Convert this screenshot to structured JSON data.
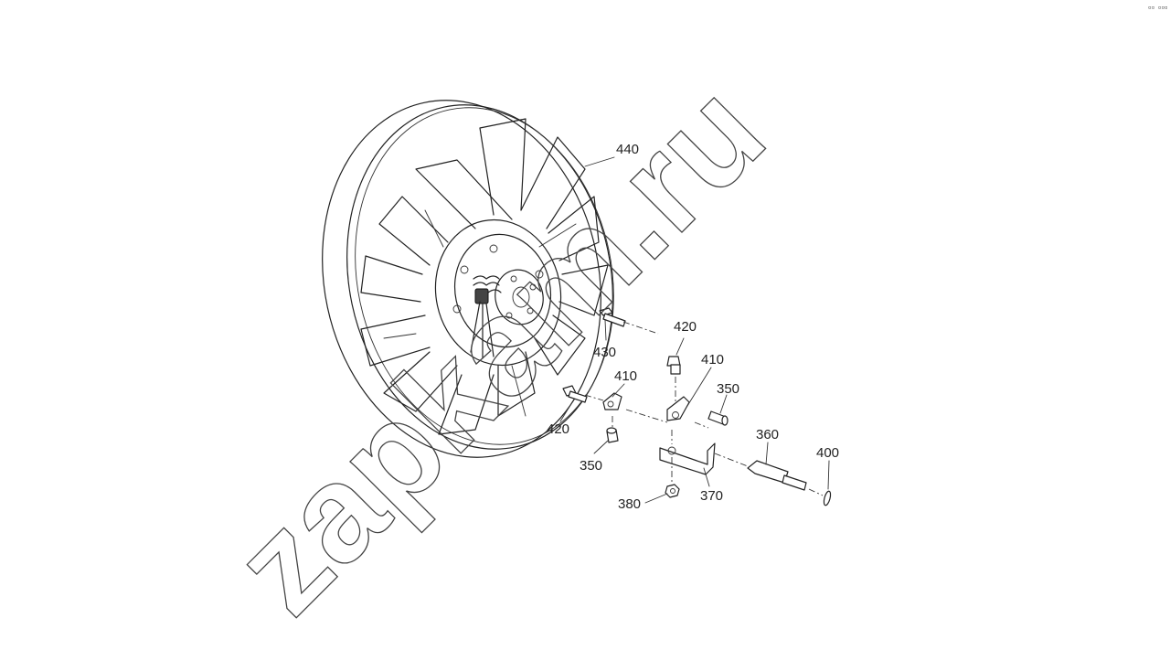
{
  "watermark": "zapkam.ru",
  "corner_mark": "▫▫ ▫▫▫",
  "callouts": [
    {
      "id": "c440",
      "label": "440"
    },
    {
      "id": "c430",
      "label": "430"
    },
    {
      "id": "c420a",
      "label": "420"
    },
    {
      "id": "c420b",
      "label": "420"
    },
    {
      "id": "c410a",
      "label": "410"
    },
    {
      "id": "c410b",
      "label": "410"
    },
    {
      "id": "c350a",
      "label": "350"
    },
    {
      "id": "c350b",
      "label": "350"
    },
    {
      "id": "c360",
      "label": "360"
    },
    {
      "id": "c370",
      "label": "370"
    },
    {
      "id": "c380",
      "label": "380"
    },
    {
      "id": "c400",
      "label": "400"
    }
  ]
}
